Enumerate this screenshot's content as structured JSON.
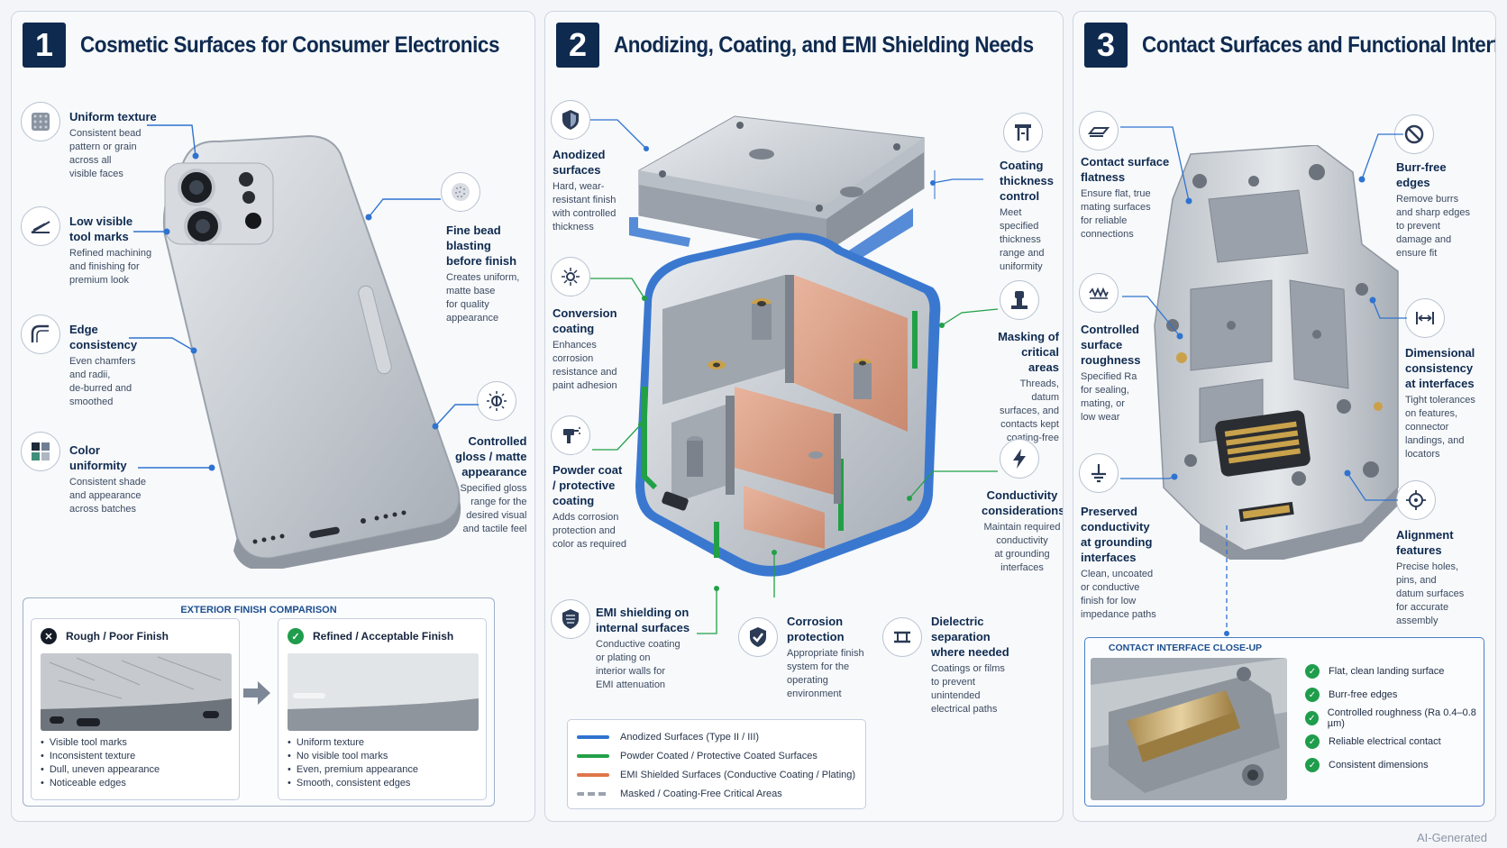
{
  "colors": {
    "navy": "#0f2a4f",
    "accent": "#2f73d0",
    "anodized": "#2f73d0",
    "powder": "#22a047",
    "emi": "#e0764a",
    "masked": "#9aa3ad",
    "ok": "#1f9d4c",
    "bad": "#151c28"
  },
  "panel1": {
    "number": "1",
    "title": "Cosmetic Surfaces for Consumer Electronics",
    "features": [
      {
        "title": "Uniform texture",
        "desc": "Consistent bead\npattern or grain\nacross all\nvisible faces",
        "icon": "texture-icon"
      },
      {
        "title": "Low visible\ntool marks",
        "desc": "Refined machining\nand finishing for\npremium look",
        "icon": "tool-mark-icon"
      },
      {
        "title": "Edge\nconsistency",
        "desc": "Even chamfers\nand radii,\nde-burred and\nsmoothed",
        "icon": "edge-icon"
      },
      {
        "title": "Color\nuniformity",
        "desc": "Consistent shade\nand appearance\nacross batches",
        "icon": "color-swatch-icon"
      },
      {
        "title": "Fine bead\nblasting\nbefore finish",
        "desc": "Creates uniform,\nmatte base\nfor quality\nappearance",
        "icon": "bead-blast-icon"
      },
      {
        "title": "Controlled\ngloss / matte\nappearance",
        "desc": "Specified gloss\nrange for the\ndesired visual\nand tactile feel",
        "icon": "gloss-icon"
      }
    ],
    "comparison": {
      "title": "EXTERIOR FINISH COMPARISON",
      "bad": {
        "label": "Rough / Poor Finish",
        "bullets": [
          "Visible tool marks",
          "Inconsistent texture",
          "Dull, uneven appearance",
          "Noticeable edges"
        ]
      },
      "good": {
        "label": "Refined / Acceptable Finish",
        "bullets": [
          "Uniform texture",
          "No visible tool marks",
          "Even, premium appearance",
          "Smooth, consistent edges"
        ]
      }
    }
  },
  "panel2": {
    "number": "2",
    "title": "Anodizing, Coating, and EMI Shielding Needs",
    "features": [
      {
        "title": "Anodized\nsurfaces",
        "desc": "Hard, wear-\nresistant finish\nwith controlled\nthickness",
        "icon": "shield-icon"
      },
      {
        "title": "Conversion\ncoating",
        "desc": "Enhances\ncorrosion\nresistance and\npaint adhesion",
        "icon": "conversion-icon"
      },
      {
        "title": "Powder coat\n/ protective\ncoating",
        "desc": "Adds corrosion\nprotection and\ncolor as required",
        "icon": "spray-gun-icon"
      },
      {
        "title": "EMI shielding on\ninternal surfaces",
        "desc": "Conductive coating\nor plating on\ninterior walls for\nEMI attenuation",
        "icon": "emi-shield-icon"
      },
      {
        "title": "Coating\nthickness\ncontrol",
        "desc": "Meet specified\nthickness\nrange and\nuniformity",
        "icon": "gauge-icon"
      },
      {
        "title": "Masking of\ncritical areas",
        "desc": "Threads, datum\nsurfaces, and\ncontacts kept\ncoating-free",
        "icon": "masking-icon"
      },
      {
        "title": "Conductivity\nconsiderations",
        "desc": "Maintain required\nconductivity\nat grounding\ninterfaces",
        "icon": "lightning-icon"
      },
      {
        "title": "Corrosion\nprotection",
        "desc": "Appropriate finish\nsystem for the\noperating\nenvironment",
        "icon": "check-shield-icon"
      },
      {
        "title": "Dielectric\nseparation\nwhere needed",
        "desc": "Coatings or films\nto prevent\nunintended\nelectrical paths",
        "icon": "dielectric-icon"
      }
    ],
    "legend": [
      {
        "label": "Anodized Surfaces (Type II / III)",
        "color": "#2f73d0",
        "style": "solid"
      },
      {
        "label": "Powder Coated / Protective Coated Surfaces",
        "color": "#22a047",
        "style": "solid"
      },
      {
        "label": "EMI Shielded Surfaces (Conductive Coating / Plating)",
        "color": "#e0764a",
        "style": "solid"
      },
      {
        "label": "Masked / Coating-Free Critical Areas",
        "color": "#9aa3ad",
        "style": "dashed"
      }
    ]
  },
  "panel3": {
    "number": "3",
    "title": "Contact Surfaces and Functional Interfaces",
    "features": [
      {
        "title": "Contact surface\nflatness",
        "desc": "Ensure flat, true\nmating surfaces\nfor reliable\nconnections",
        "icon": "flatness-icon"
      },
      {
        "title": "Controlled\nsurface\nroughness",
        "desc": "Specified Ra\nfor sealing,\nmating, or\nlow wear",
        "icon": "roughness-icon"
      },
      {
        "title": "Preserved\nconductivity\nat grounding\ninterfaces",
        "desc": "Clean, uncoated\nor conductive\nfinish for low\nimpedance paths",
        "icon": "ground-icon"
      },
      {
        "title": "Burr-free\nedges",
        "desc": "Remove burrs\nand sharp edges\nto prevent\ndamage and\nensure fit",
        "icon": "no-burr-icon"
      },
      {
        "title": "Dimensional\nconsistency\nat interfaces",
        "desc": "Tight tolerances\non features,\nconnector\nlandings, and\nlocators",
        "icon": "dimension-icon"
      },
      {
        "title": "Alignment\nfeatures",
        "desc": "Precise holes,\npins, and\ndatum surfaces\nfor accurate\nassembly",
        "icon": "target-icon"
      }
    ],
    "closeup": {
      "title": "CONTACT INTERFACE CLOSE-UP",
      "items": [
        "Flat, clean landing surface",
        "Burr-free edges",
        "Controlled roughness (Ra 0.4–0.8 µm)",
        "Reliable electrical contact",
        "Consistent dimensions"
      ]
    }
  },
  "watermark": "AI-Generated"
}
